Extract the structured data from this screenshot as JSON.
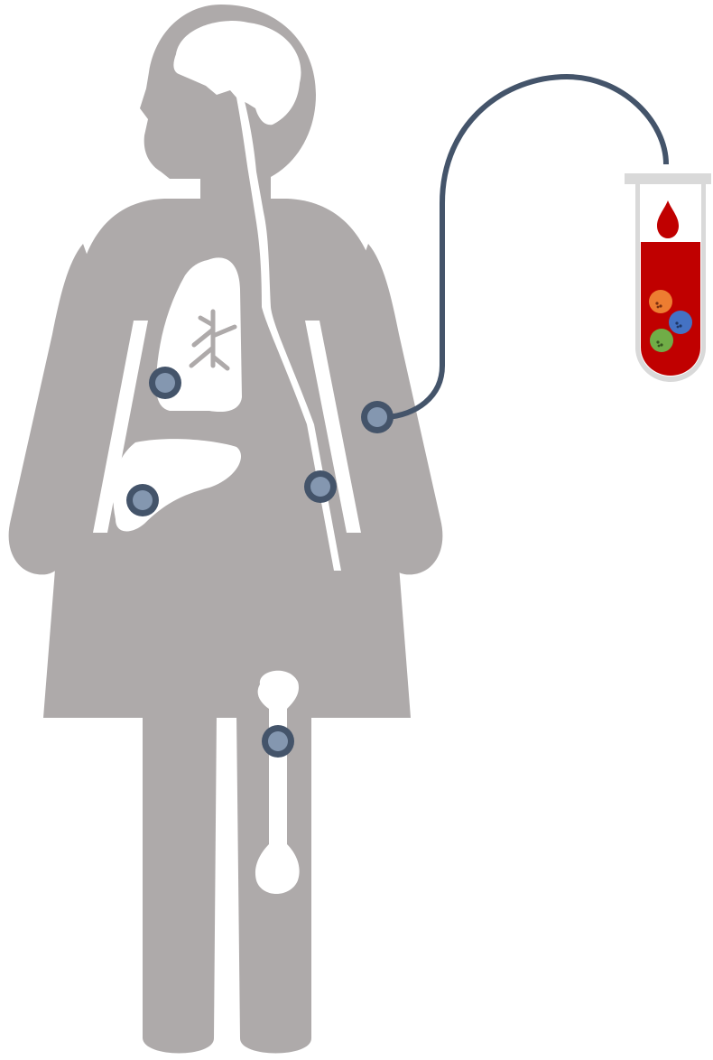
{
  "colors": {
    "background": "#ffffff",
    "body_silhouette": "#aeaaaa",
    "organ_cutout": "#ffffff",
    "marker_ring": "#44546a",
    "marker_fill": "#8497b0",
    "tube_line": "#44546a",
    "blood": "#c00000",
    "tube_glass": "#d9d9d9",
    "cell_orange": "#ed7d31",
    "cell_blue": "#4472c4",
    "cell_green": "#70ad47"
  },
  "figure": {
    "icon": "female-body-silhouette-icon",
    "organs": [
      "brain-icon",
      "spinal-cord-icon",
      "lung-icon",
      "liver-icon",
      "bone-icon"
    ],
    "markers": [
      "lung-marker",
      "liver-marker",
      "spine-marker",
      "arm-marker",
      "bone-marker"
    ],
    "tube": {
      "icon": "blood-test-tube-icon",
      "drop_icon": "blood-drop-icon",
      "cells": [
        "orange",
        "blue",
        "green"
      ]
    }
  }
}
